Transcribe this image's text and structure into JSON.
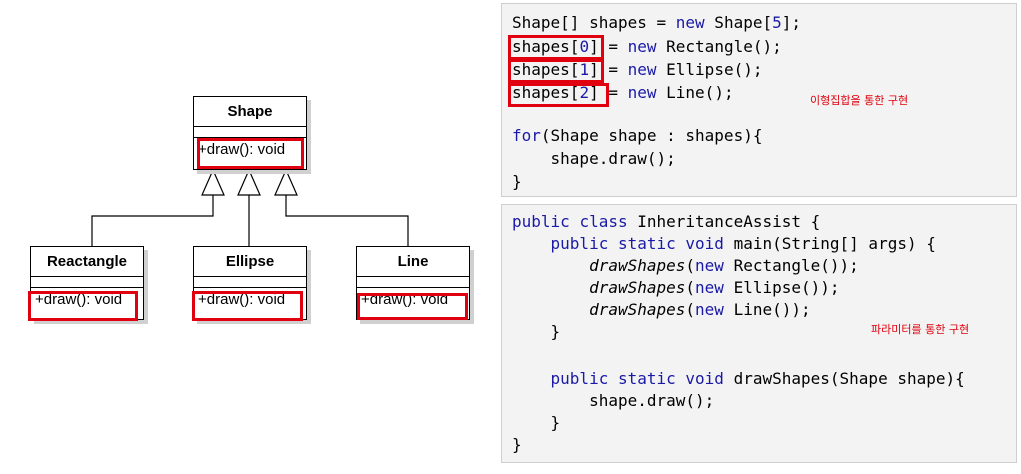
{
  "uml": {
    "parent": {
      "name": "Shape",
      "operation": "+draw(): void"
    },
    "children": [
      {
        "name": "Reactangle",
        "operation": "+draw(): void"
      },
      {
        "name": "Ellipse",
        "operation": "+draw(): void"
      },
      {
        "name": "Line",
        "operation": "+draw(): void"
      }
    ],
    "highlight_color": "#e0000f"
  },
  "code_top": {
    "l1": {
      "a": "Shape[] shapes = ",
      "kw": "new",
      "b": " Shape[",
      "num": "5",
      "c": "];"
    },
    "l2": {
      "a": "shapes[",
      "num": "0",
      "b": "] = ",
      "kw": "new",
      "c": " Rectangle();"
    },
    "l3": {
      "a": "shapes[",
      "num": "1",
      "b": "] = ",
      "kw": "new",
      "c": " Ellipse();"
    },
    "l4": {
      "a": "shapes[",
      "num": "2",
      "b": "] = ",
      "kw": "new",
      "c": " Line();"
    },
    "l6": {
      "kw": "for",
      "a": "(Shape shape : shapes){"
    },
    "l7": {
      "a": "    shape.draw();"
    },
    "l8": {
      "a": "}"
    },
    "note": "이형집합을 통한 구현"
  },
  "code_bottom": {
    "l1": {
      "kw1": "public",
      "kw2": "class",
      "a": " InheritanceAssist {"
    },
    "l2": {
      "ind": "    ",
      "kw1": "public",
      "kw2": "static",
      "kw3": "void",
      "a": " main(String[] args) {"
    },
    "l3": {
      "ind": "        ",
      "fn": "drawShapes",
      "a": "(",
      "kw": "new",
      "b": " Rectangle());"
    },
    "l4": {
      "ind": "        ",
      "fn": "drawShapes",
      "a": "(",
      "kw": "new",
      "b": " Ellipse());"
    },
    "l5": {
      "ind": "        ",
      "fn": "drawShapes",
      "a": "(",
      "kw": "new",
      "b": " Line());"
    },
    "l6": {
      "a": "    }"
    },
    "l8": {
      "ind": "    ",
      "kw1": "public",
      "kw2": "static",
      "kw3": "void",
      "a": " drawShapes(Shape shape){"
    },
    "l9": {
      "a": "        shape.draw();"
    },
    "l10": {
      "a": "    }"
    },
    "l11": {
      "a": "}"
    },
    "note": "파라미터를 통한 구현"
  }
}
